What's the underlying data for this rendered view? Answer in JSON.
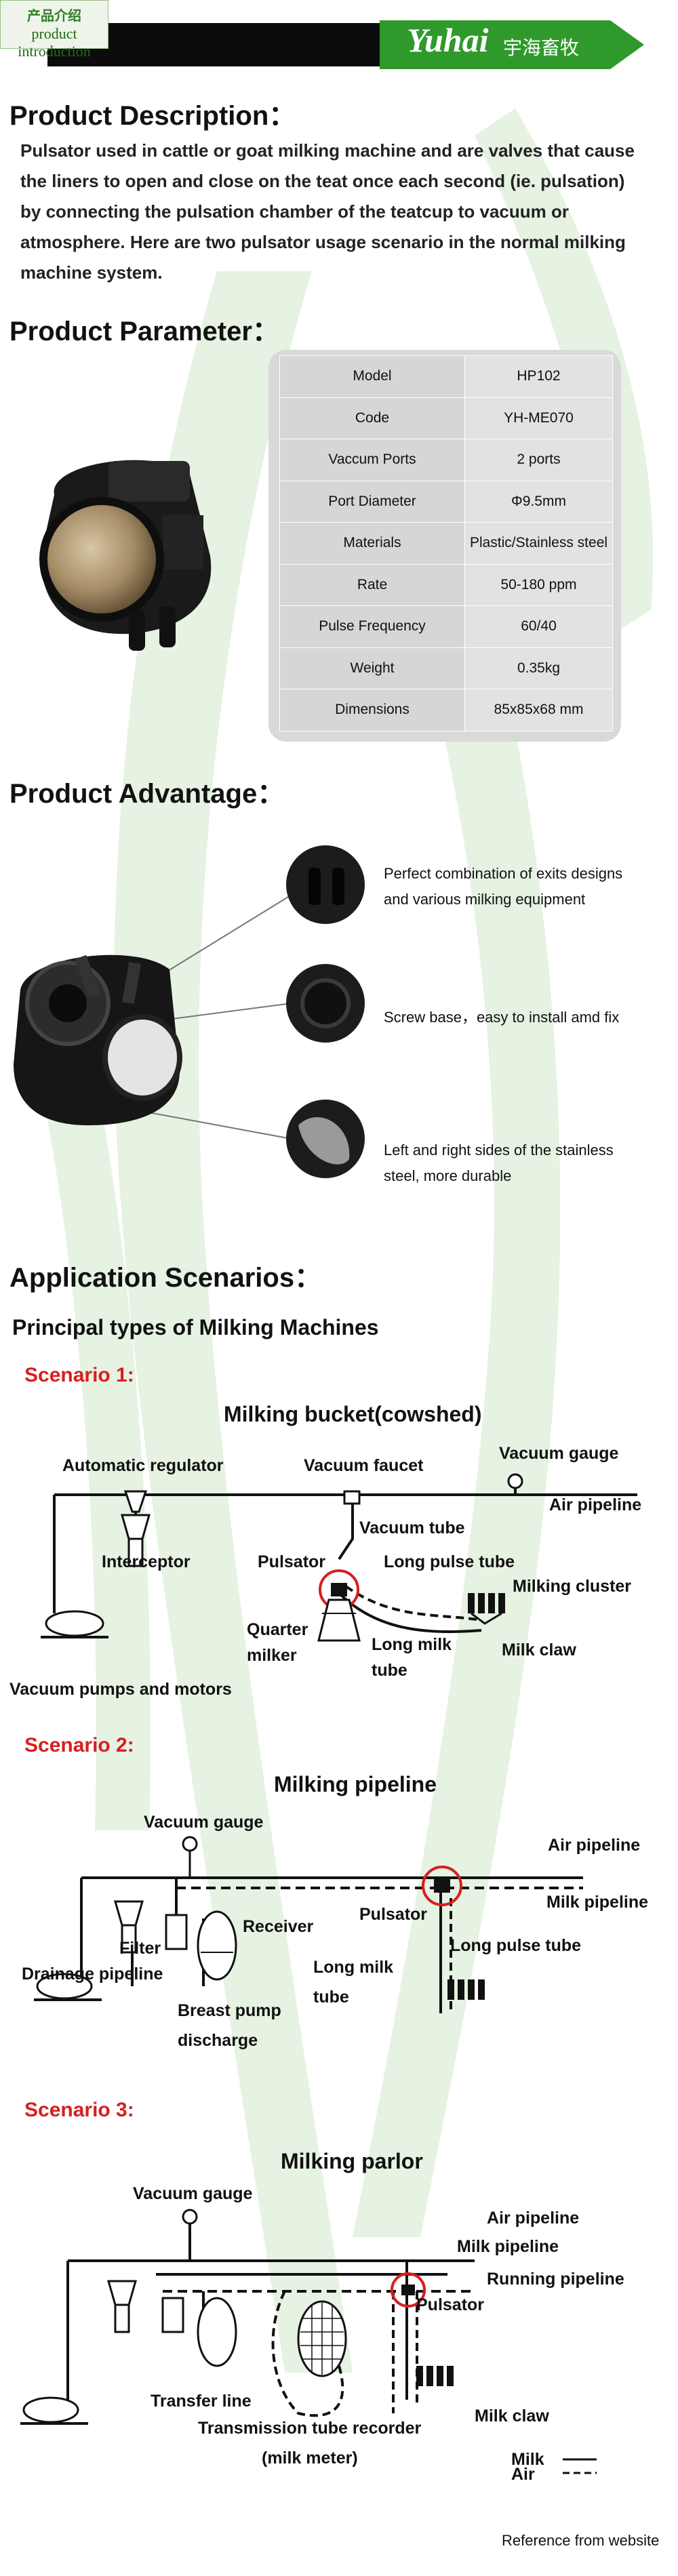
{
  "header": {
    "tag_cn": "产品介绍",
    "tag_en": "product introduction",
    "brand_en": "Yuhai",
    "brand_cn": "宇海畜牧"
  },
  "description": {
    "heading": "Product Description：",
    "text": "Pulsator used in cattle or goat milking machine and are valves that cause the liners to open and close on the teat once each second (ie. pulsation) by connecting the pulsation chamber of the teatcup to vacuum or atmosphere. Here are two pulsator usage scenario in the normal milking machine system."
  },
  "parameter": {
    "heading": "Product Parameter：",
    "rows": [
      {
        "key": "Model",
        "value": "HP102"
      },
      {
        "key": "Code",
        "value": "YH-ME070"
      },
      {
        "key": "Vaccum Ports",
        "value": "2 ports"
      },
      {
        "key": "Port Diameter",
        "value": "Φ9.5mm"
      },
      {
        "key": "Materials",
        "value": "Plastic/Stainless steel"
      },
      {
        "key": "Rate",
        "value": "50-180 ppm"
      },
      {
        "key": "Pulse Frequency",
        "value": "60/40"
      },
      {
        "key": "Weight",
        "value": "0.35kg"
      },
      {
        "key": "Dimensions",
        "value": "85x85x68 mm"
      }
    ]
  },
  "advantage": {
    "heading": "Product Advantage：",
    "items": [
      {
        "line1": "Perfect combination of exits designs",
        "line2": "and various milking equipment"
      },
      {
        "line1": "Screw base，easy to install amd fix",
        "line2": ""
      },
      {
        "line1": "Left and right sides of the stainless",
        "line2": "steel, more durable"
      }
    ]
  },
  "application": {
    "heading": "Application Scenarios：",
    "subheading": "Principal types of Milking Machines",
    "scenario1": {
      "label": "Scenario 1:",
      "title": "Milking bucket(cowshed)",
      "labels": {
        "automatic_regulator": "Automatic regulator",
        "vacuum_faucet": "Vacuum faucet",
        "vacuum_gauge": "Vacuum gauge",
        "air_pipeline": "Air pipeline",
        "vacuum_tube": "Vacuum tube",
        "interceptor": "Interceptor",
        "pulsator": "Pulsator",
        "long_pulse_tube": "Long pulse tube",
        "milking_cluster": "Milking cluster",
        "quarter": "Quarter",
        "milker": "milker",
        "long_milk": "Long milk",
        "tube": "tube",
        "milk_claw": "Milk claw",
        "vacuum_pumps": "Vacuum pumps and motors"
      }
    },
    "scenario2": {
      "label": "Scenario 2:",
      "title": "Milking pipeline",
      "labels": {
        "vacuum_gauge": "Vacuum gauge",
        "air_pipeline": "Air pipeline",
        "milk_pipeline": "Milk pipeline",
        "receiver": "Receiver",
        "pulsator": "Pulsator",
        "filter": "Filter",
        "drainage_pipeline": "Drainage pipeline",
        "long_milk": "Long milk",
        "tube": "tube",
        "long_pulse_tube": "Long pulse tube",
        "breast_pump": "Breast pump",
        "discharge": "discharge"
      }
    },
    "scenario3": {
      "label": "Scenario 3:",
      "title": "Milking parlor",
      "labels": {
        "vacuum_gauge": "Vacuum gauge",
        "air_pipeline": "Air pipeline",
        "milk_pipeline": "Milk pipeline",
        "running_pipeline": "Running pipeline",
        "pulsator": "Pulsator",
        "transfer_line": "Transfer line",
        "transmission_recorder": "Transmission tube recorder",
        "milk_meter": "(milk meter)",
        "milk_claw": "Milk claw",
        "legend_milk": "Milk",
        "legend_air": "Air"
      }
    },
    "reference": "Reference from website"
  },
  "colors": {
    "accent_green": "#2f9a2b",
    "scenario_red": "#d61f1f",
    "header_black": "#0c0c0c"
  }
}
